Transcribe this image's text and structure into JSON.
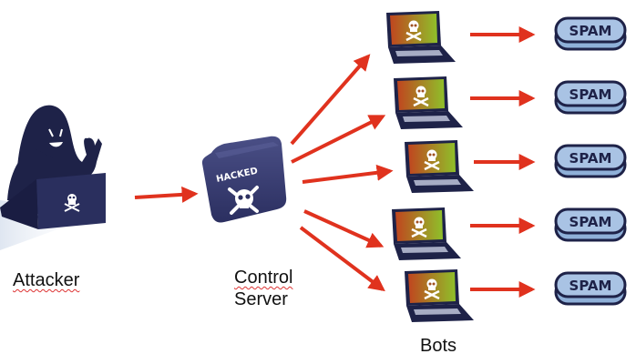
{
  "diagram": {
    "title": "Botnet spam attack",
    "nodes": {
      "attacker": {
        "label": "Attacker",
        "icon": "hacker-with-laptop-icon"
      },
      "server": {
        "label_line1": "Control",
        "label_line2": "Server",
        "badge_text": "HACKED",
        "icon": "hacked-server-icon"
      },
      "bots": {
        "label": "Bots",
        "count": 5,
        "icon": "infected-laptop-icon"
      },
      "spam": {
        "label": "SPAM",
        "count": 5
      }
    },
    "edges": [
      {
        "from": "Attacker",
        "to": "Control Server"
      },
      {
        "from": "Control Server",
        "to": "Bot 1"
      },
      {
        "from": "Control Server",
        "to": "Bot 2"
      },
      {
        "from": "Control Server",
        "to": "Bot 3"
      },
      {
        "from": "Control Server",
        "to": "Bot 4"
      },
      {
        "from": "Control Server",
        "to": "Bot 5"
      },
      {
        "from": "Bot 1",
        "to": "SPAM 1"
      },
      {
        "from": "Bot 2",
        "to": "SPAM 2"
      },
      {
        "from": "Bot 3",
        "to": "SPAM 3"
      },
      {
        "from": "Bot 4",
        "to": "SPAM 4"
      },
      {
        "from": "Bot 5",
        "to": "SPAM 5"
      }
    ],
    "colors": {
      "arrow": "#e0321e",
      "navy": "#1e2248",
      "spam_fill": "#8fb0d8",
      "screen_from": "#c0451f",
      "screen_to": "#8fc02a"
    }
  }
}
